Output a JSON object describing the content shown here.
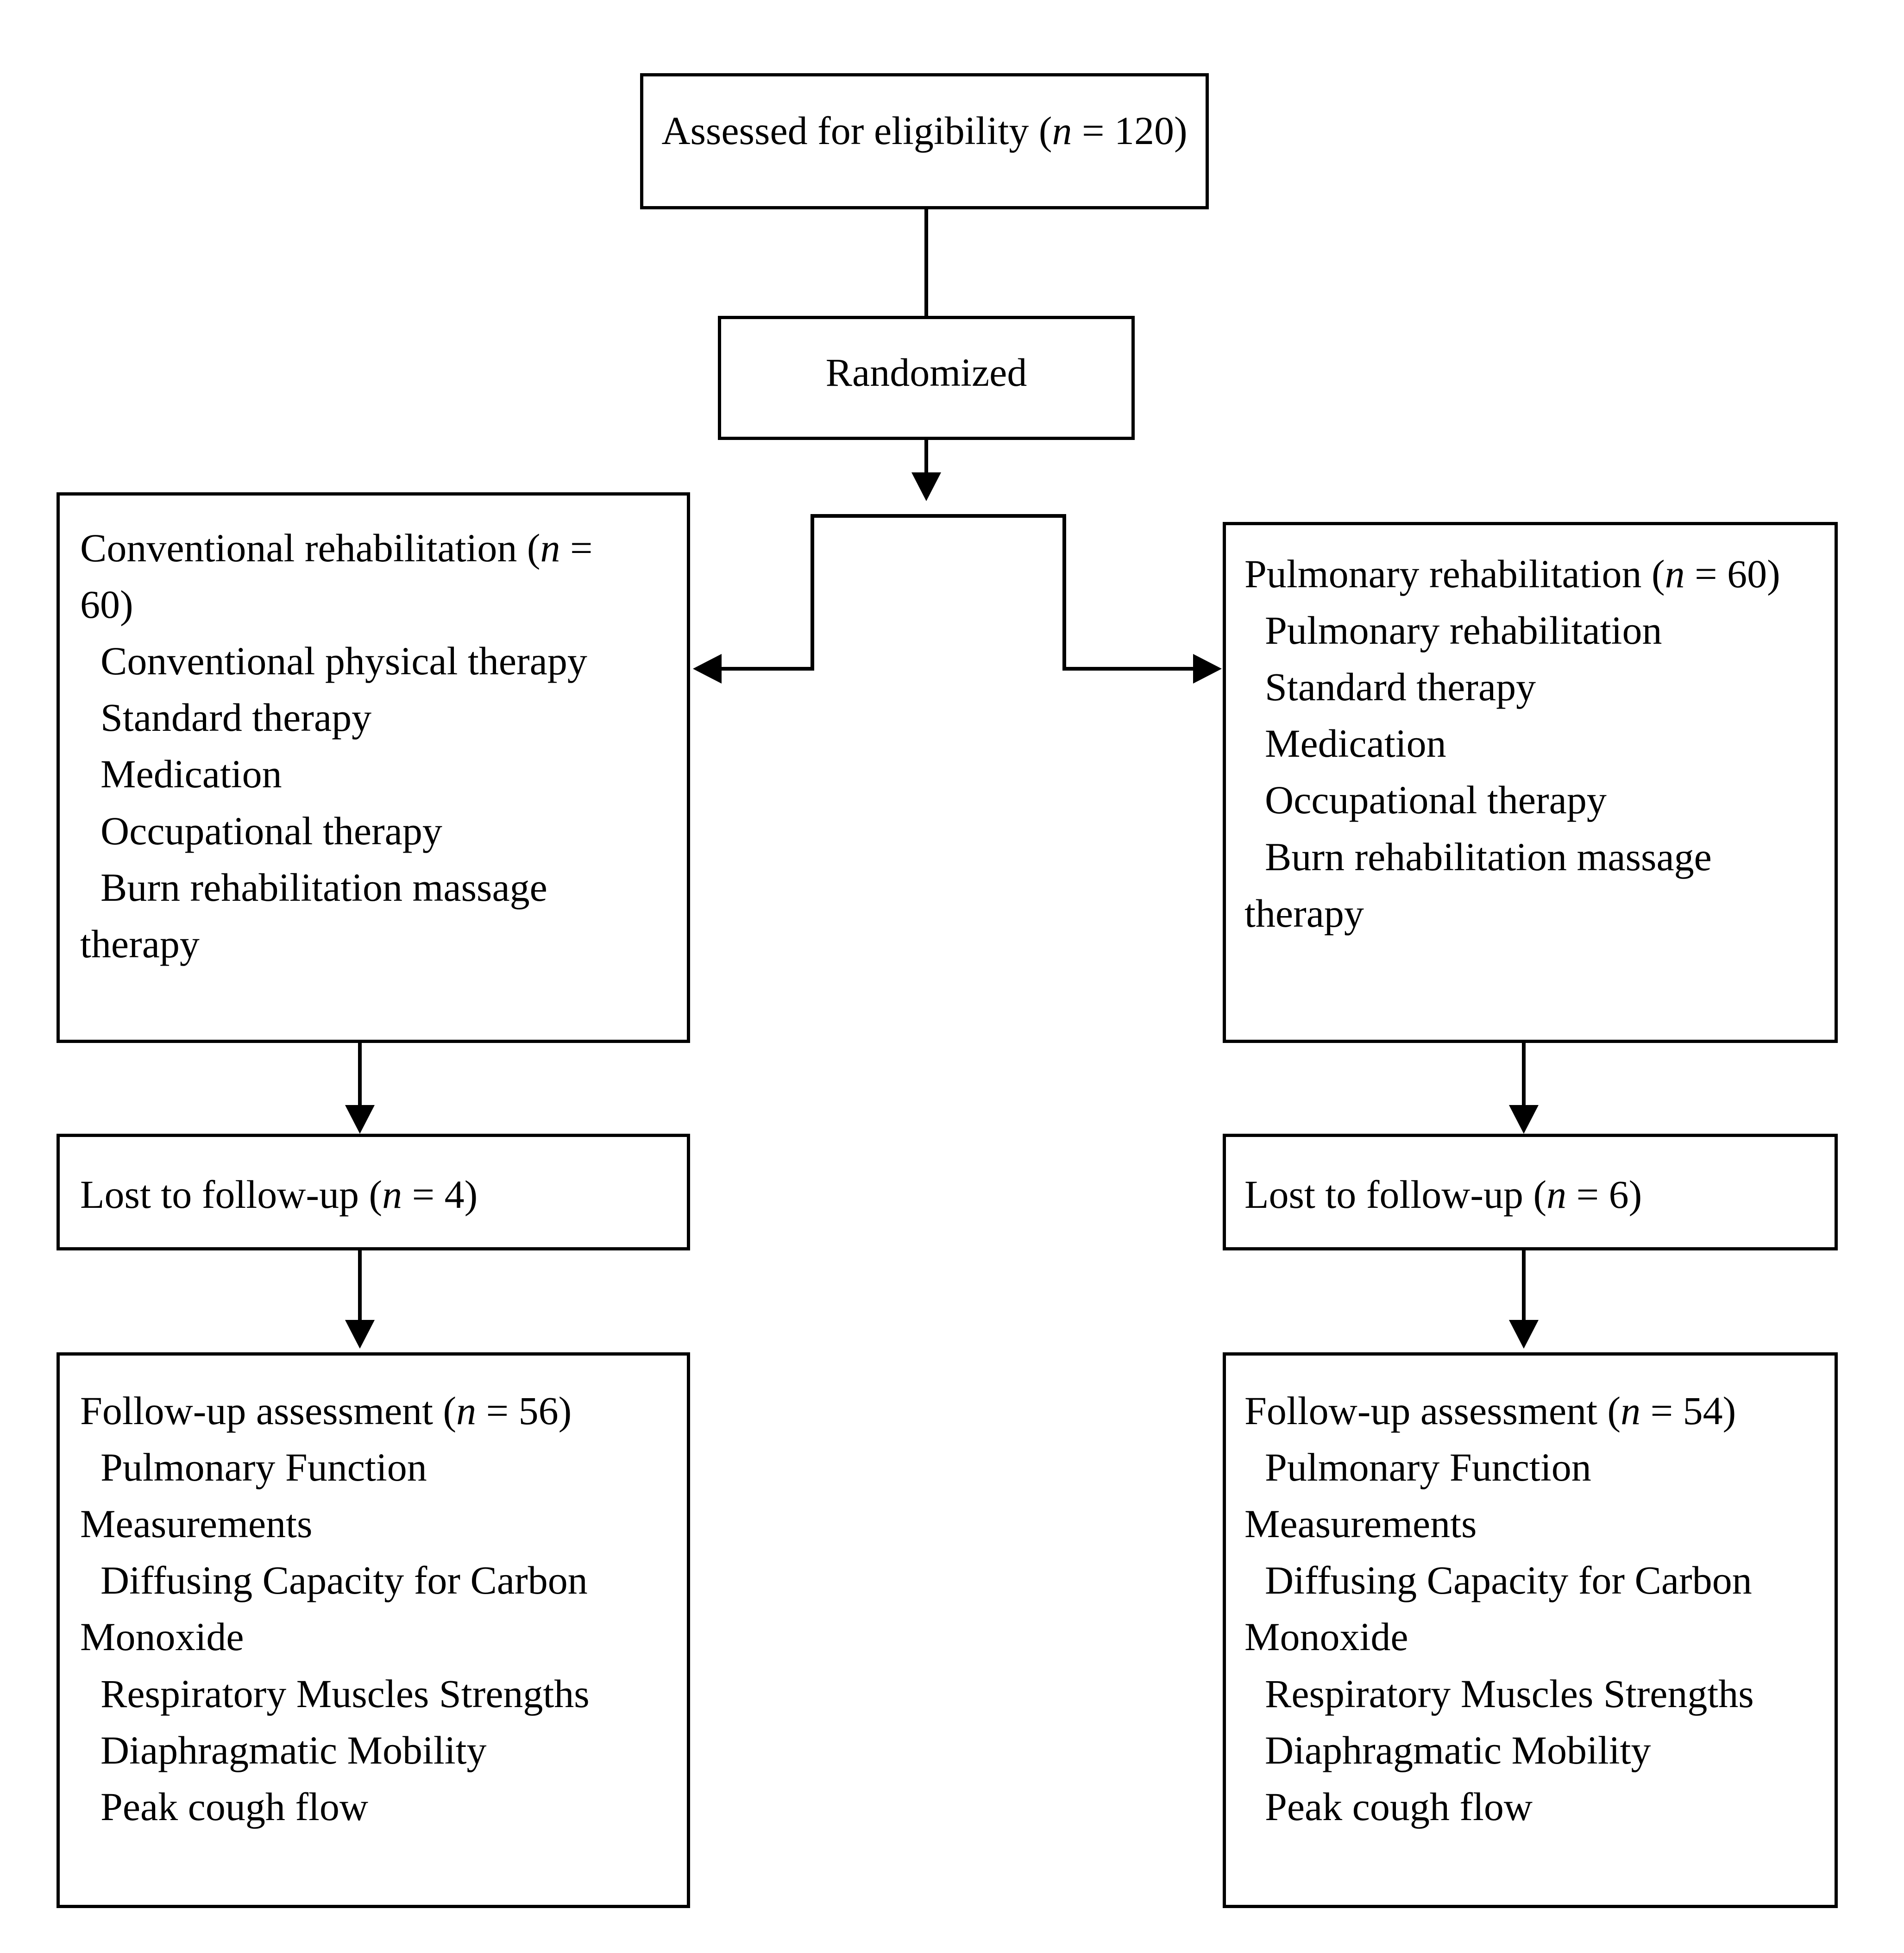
{
  "diagram": {
    "type": "CONSORT participant flow diagram",
    "nodes": {
      "eligibility": {
        "label": "Assessed for eligibility (",
        "n_symbol": "n",
        "n_value": " = 120)"
      },
      "randomized": {
        "label": "Randomized"
      },
      "left_arm": {
        "title_before": "Conventional rehabilitation (",
        "n_symbol": "n",
        "title_after": " =",
        "title_wrap": "60)",
        "items": [
          "Conventional physical therapy",
          "Standard therapy",
          "Medication",
          "Occupational therapy",
          "Burn    rehabilitation    massage",
          "therapy"
        ]
      },
      "right_arm": {
        "title_before": "Pulmonary rehabilitation (",
        "n_symbol": "n",
        "title_after": " = 60)",
        "items": [
          "Pulmonary rehabilitation",
          "Standard therapy",
          "Medication",
          "Occupational therapy",
          "Burn     rehabilitation     massage",
          "therapy"
        ]
      },
      "left_lost": {
        "label_before": "Lost to follow-up (",
        "n_symbol": "n",
        "label_after": " = 4)"
      },
      "right_lost": {
        "label_before": "Lost to follow-up (",
        "n_symbol": "n",
        "label_after": " = 6)"
      },
      "left_followup": {
        "title_before": "Follow-up assessment (",
        "n_symbol": "n",
        "title_after": " = 56)",
        "items": [
          "Pulmonary Function",
          "Measurements",
          "Diffusing Capacity for Carbon",
          "Monoxide",
          "Respiratory Muscles Strengths",
          "Diaphragmatic Mobility",
          "Peak cough flow"
        ]
      },
      "right_followup": {
        "title_before": "Follow-up assessment (",
        "n_symbol": "n",
        "title_after": " = 54)",
        "items": [
          "Pulmonary Function",
          "Measurements",
          "Diffusing Capacity for Carbon",
          "Monoxide",
          "Respiratory Muscles Strengths",
          "Diaphragmatic Mobility",
          "Peak cough flow"
        ]
      }
    },
    "colors": {
      "stroke": "#000000",
      "background": "#ffffff",
      "text": "#000000"
    }
  }
}
